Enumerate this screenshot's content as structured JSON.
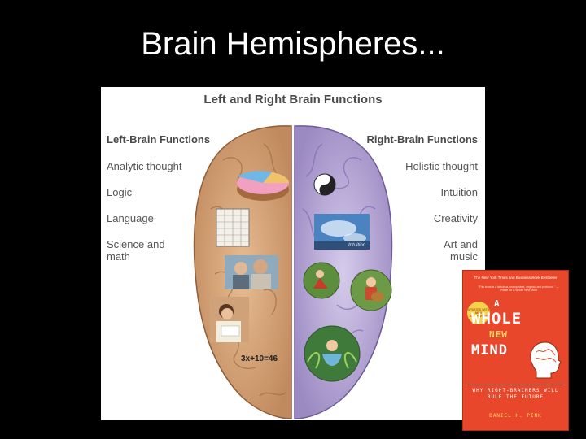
{
  "slide": {
    "title": "Brain Hemispheres..."
  },
  "figure": {
    "title": "Left and Right Brain Functions",
    "left": {
      "heading": "Left-Brain Functions",
      "items": [
        "Analytic thought",
        "Logic",
        "Language",
        "Science and\nmath"
      ]
    },
    "right": {
      "heading": "Right-Brain Functions",
      "items": [
        "Holistic thought",
        "Intuition",
        "Creativity",
        "Art and\nmusic"
      ]
    },
    "equation": "3x+10=46",
    "photo_caption": "Intuition",
    "colors": {
      "left_hemisphere": "#d9a37a",
      "right_hemisphere": "#b7a6d4",
      "text": "#4a4a4a"
    }
  },
  "book": {
    "tagline": "The New York Times and BusinessWeek Bestseller",
    "blurb": "\"This book is a fabulous, unexpected, original, and profound.\" — Praise for A Whole New Mind",
    "badge": "UPDATED WITH NEW AFTERWORD",
    "title_a": "A",
    "title_whole": "WHOLE",
    "title_new": "NEW",
    "title_mind": "MIND",
    "subtitle": "WHY RIGHT-BRAINERS WILL RULE THE FUTURE",
    "author": "DANIEL H. PINK"
  }
}
